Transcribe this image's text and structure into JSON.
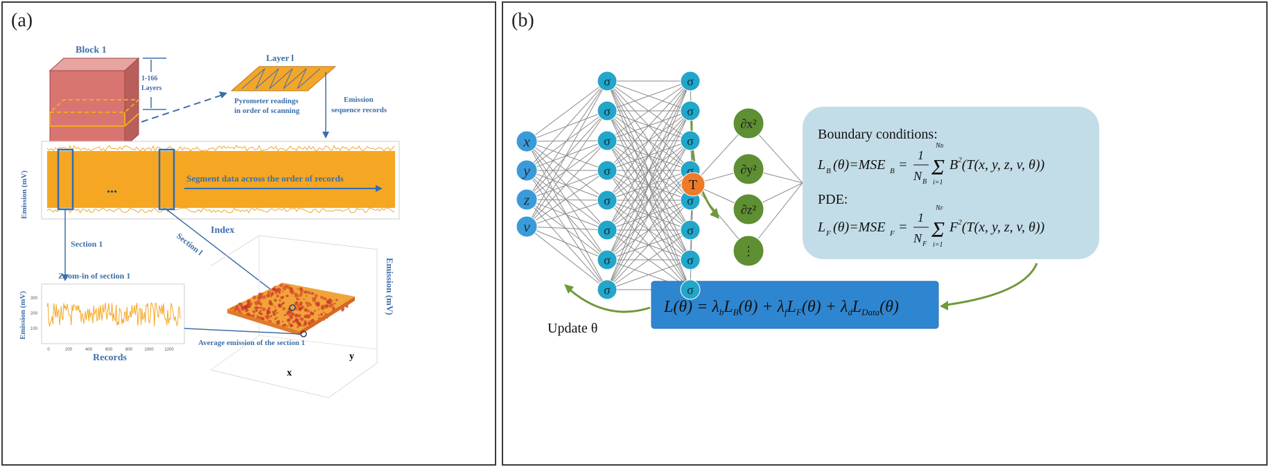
{
  "panel_a": {
    "label": "(a)",
    "block_title": "Block 1",
    "layers_range": "1-166",
    "layers_word": "Layers",
    "layer_title": "Layer l",
    "pyro_line1": "Pyrometer readings",
    "pyro_line2": "in order of scanning",
    "emission_line1": "Emission",
    "emission_line2": "sequence records",
    "main_ylabel": "Emission (mV)",
    "main_xlabel": "Index",
    "dots": "...",
    "segment_label": "Segment data across the order of records",
    "section1": "Section 1",
    "section_l": "Section l",
    "zoom_title": "Zoom-in of section 1",
    "zoom_ylabel": "Emission (mV)",
    "zoom_xlabel": "Records",
    "zoom_yticks": [
      "300",
      "200",
      "100"
    ],
    "zoom_xticks": [
      "0",
      "200",
      "400",
      "600",
      "800",
      "1000",
      "1200"
    ],
    "surface_zlabel": "Emission (mV)",
    "surface_xlabel": "x",
    "surface_ylabel": "y",
    "avg_label": "Average emission of the section 1"
  },
  "panel_b": {
    "label": "(b)",
    "inputs": [
      "x",
      "y",
      "z",
      "v"
    ],
    "hidden_symbol": "σ",
    "output_symbol": "T",
    "derivs": [
      "∂x²",
      "∂y²",
      "∂z²",
      "⋮"
    ],
    "boundary_title": "Boundary conditions:",
    "pde_title": "PDE:",
    "update_label": "Update θ",
    "colors": {
      "input": "#3b9bd9",
      "hidden": "#22a6c9",
      "output": "#ef7a2a",
      "deriv": "#5e8f33",
      "box": "#c3dde8",
      "loss": "#2f86d0",
      "arrow": "#6e9a3a"
    }
  }
}
